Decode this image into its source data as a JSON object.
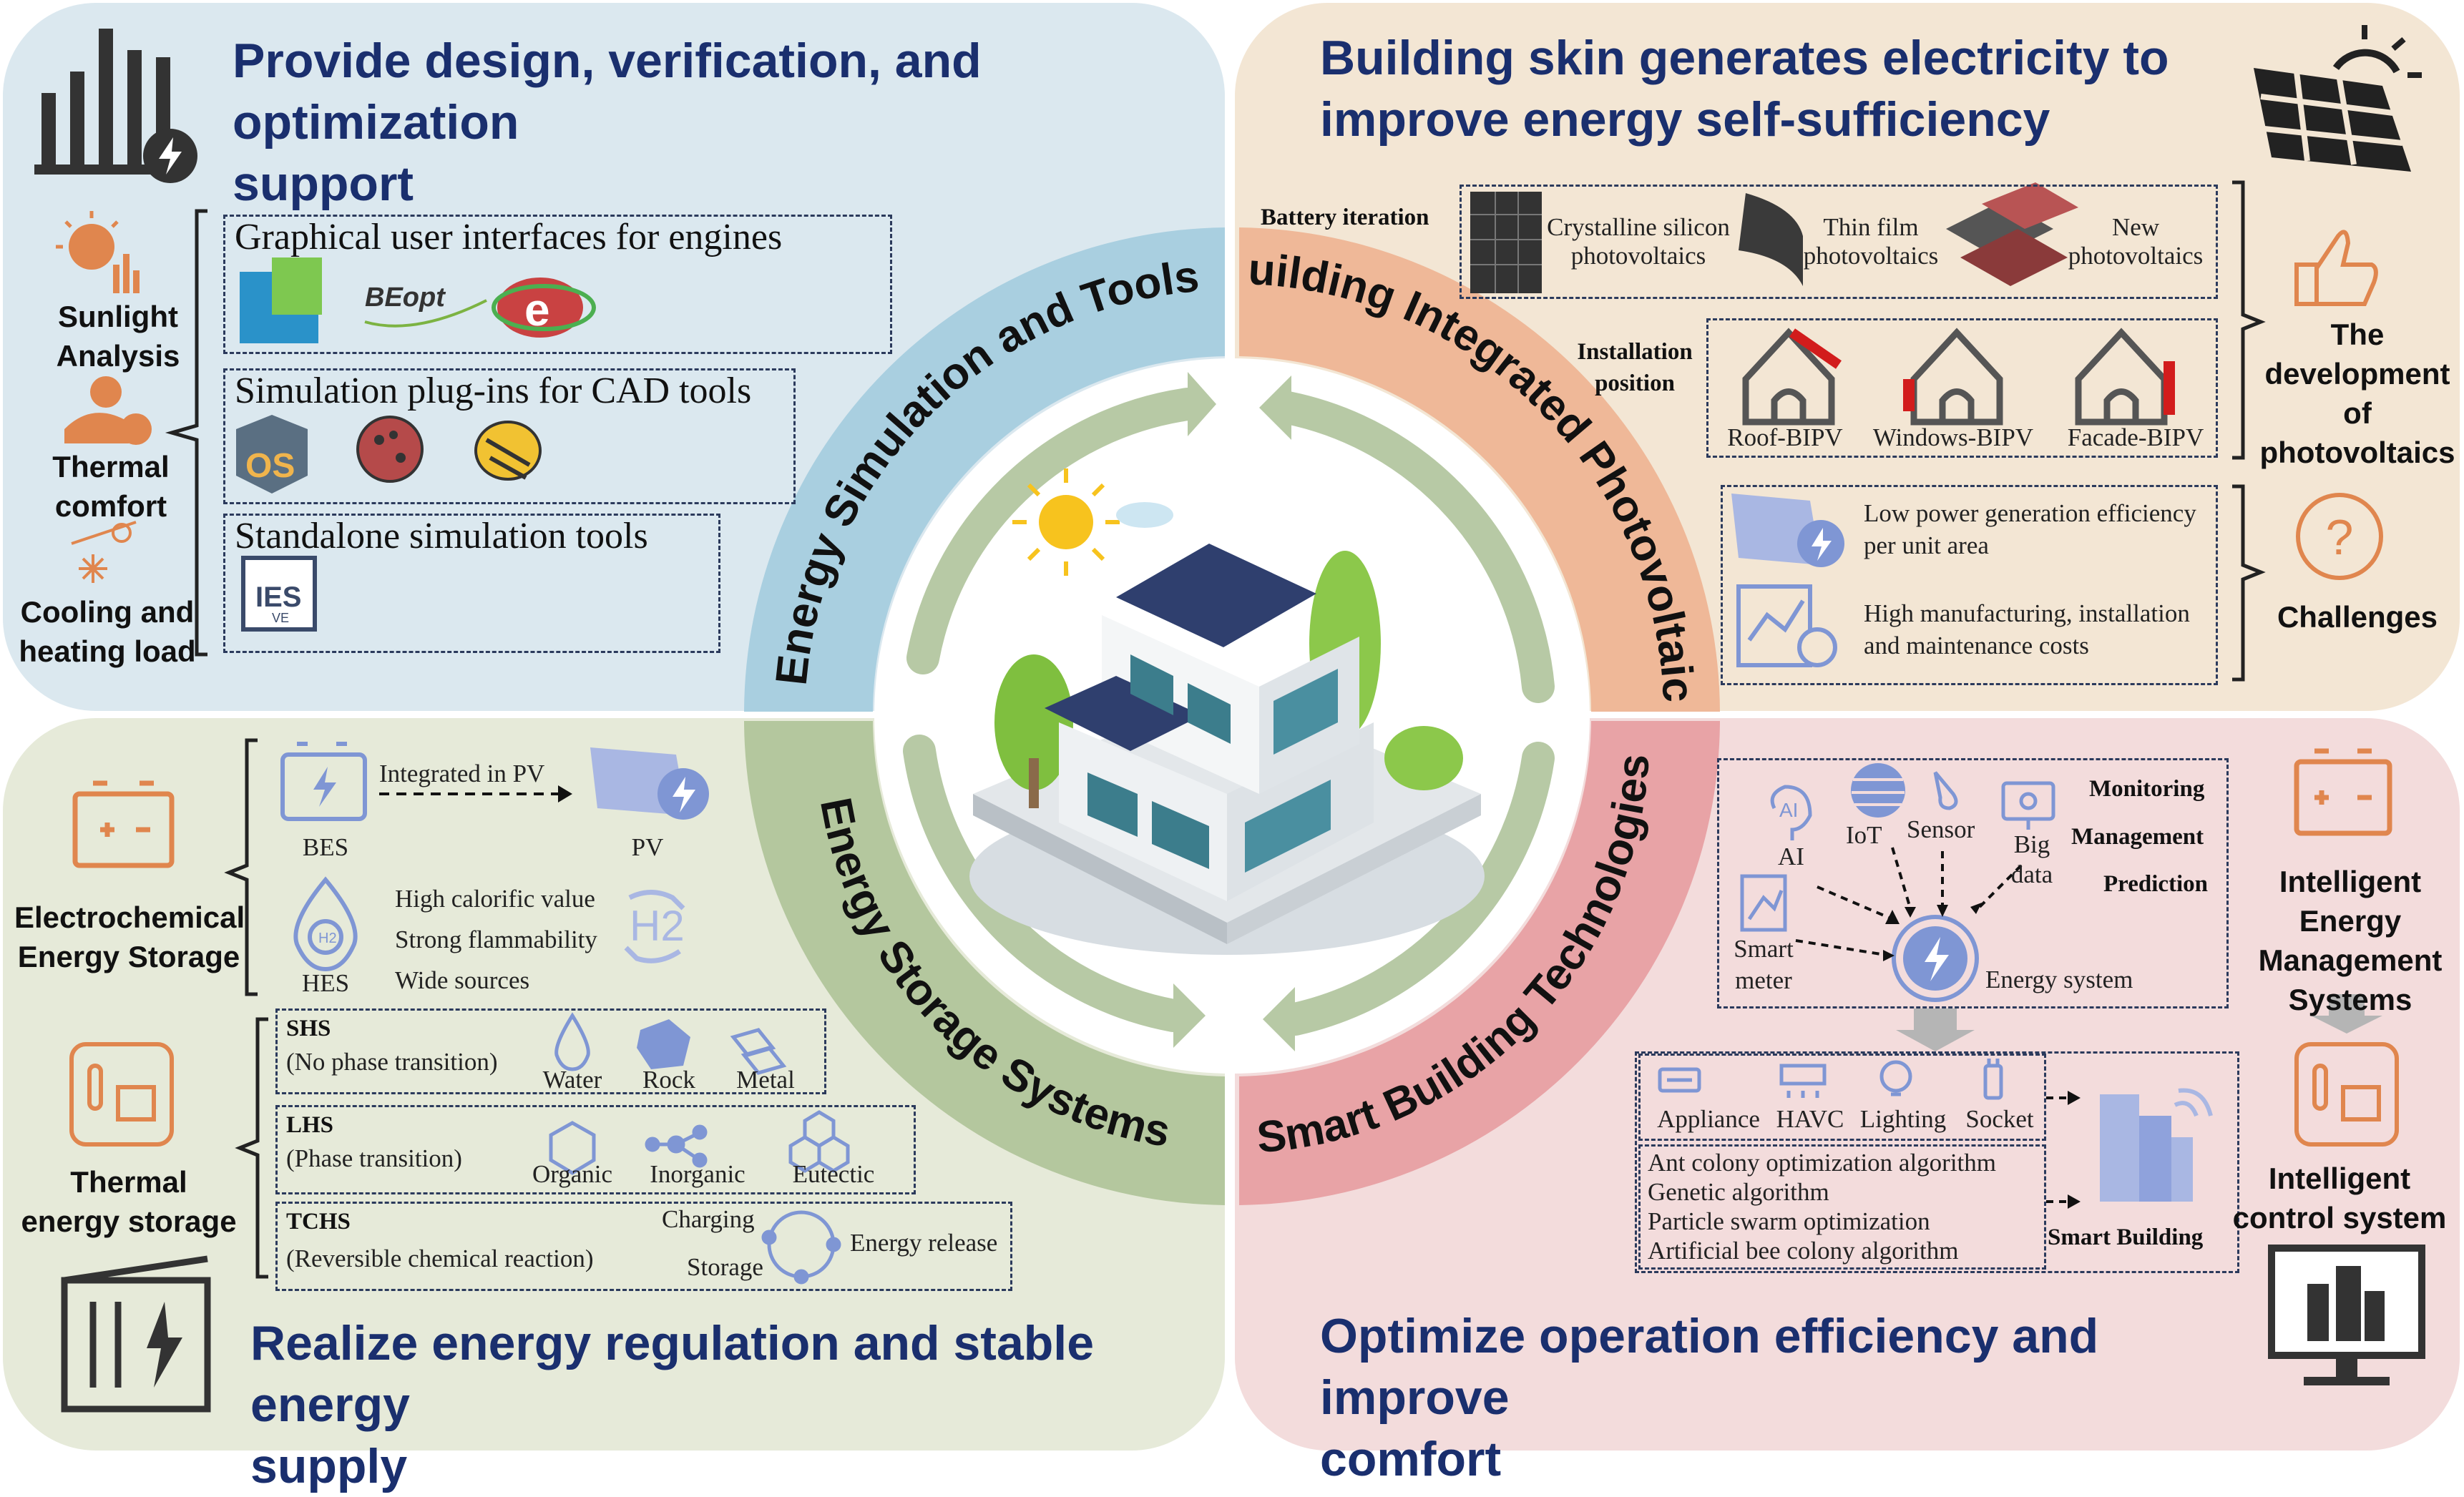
{
  "center": {
    "ring_labels": {
      "top_left": "Energy Simulation and Tools",
      "top_right": "Building Integrated Photovoltaics",
      "bottom_left": "Energy Storage Systems",
      "bottom_right": "Smart Building Technologies"
    }
  },
  "q1": {
    "title_line1": "Provide design, verification, and optimization",
    "title_line2": "support",
    "side_labels": {
      "sunlight_1": "Sunlight",
      "sunlight_2": "Analysis",
      "thermal_1": "Thermal",
      "thermal_2": "comfort",
      "cooling_1": "Cooling and",
      "cooling_2": "heating load"
    },
    "boxes": {
      "gui": "Graphical user interfaces for engines",
      "beopt_logo": "BEopt",
      "plugins": "Simulation plug-ins for CAD tools",
      "standalone": "Standalone simulation tools",
      "ies_logo": "IES",
      "ies_sub": "VE",
      "os_logo": "OS"
    }
  },
  "q2": {
    "title_line1": "Building skin generates electricity to",
    "title_line2": "improve energy self-sufficiency",
    "battery_iteration": "Battery iteration",
    "pv_types": {
      "crystalline_1": "Crystalline silicon",
      "crystalline_2": "photovoltaics",
      "thin_1": "Thin film",
      "thin_2": "photovoltaics",
      "new_1": "New",
      "new_2": "photovoltaics"
    },
    "install_1": "Installation",
    "install_2": "position",
    "positions": {
      "roof": "Roof-BIPV",
      "windows": "Windows-BIPV",
      "facade": "Facade-BIPV"
    },
    "challenges": {
      "c1_line1": "Low power generation efficiency",
      "c1_line2": "per unit area",
      "c2_line1": "High manufacturing, installation",
      "c2_line2": "and maintenance costs"
    },
    "right_labels": {
      "dev_1": "The",
      "dev_2": "development of",
      "dev_3": "photovoltaics",
      "challenges": "Challenges"
    }
  },
  "q3": {
    "title_line1": "Realize energy regulation and stable energy",
    "title_line2": "supply",
    "left_labels": {
      "electro_1": "Electrochemical",
      "electro_2": "Energy Storage",
      "thermal_1": "Thermal",
      "thermal_2": "energy storage"
    },
    "electro": {
      "bes": "BES",
      "integrated": "Integrated in PV",
      "pv": "PV",
      "hes": "HES",
      "h2": "H2",
      "h2_small": "H2",
      "props": [
        "High calorific value",
        "Strong flammability",
        "Wide sources"
      ]
    },
    "thermal": {
      "shs_title": "SHS",
      "shs_sub": "(No phase transition)",
      "shs_items": [
        "Water",
        "Rock",
        "Metal"
      ],
      "lhs_title": "LHS",
      "lhs_sub": "(Phase transition)",
      "lhs_items": [
        "Organic",
        "Inorganic",
        "Eutectic"
      ],
      "tchs_title": "TCHS",
      "tchs_sub": "(Reversible chemical reaction)",
      "charging": "Charging",
      "storage": "Storage",
      "release": "Energy release"
    }
  },
  "q4": {
    "title_line1": "Optimize operation efficiency and improve",
    "title_line2": "comfort",
    "tech": {
      "ai_icon": "AI",
      "ai": "AI",
      "iot": "IoT",
      "sensor": "Sensor",
      "big_data_1": "Big",
      "big_data_2": "data",
      "smart_meter_1": "Smart",
      "smart_meter_2": "meter",
      "energy_system": "Energy system",
      "monitoring": "Monitoring",
      "management": "Management",
      "prediction": "Prediction"
    },
    "devices": [
      "Appliance",
      "HAVC",
      "Lighting",
      "Socket"
    ],
    "algorithms": [
      "Ant colony optimization algorithm",
      "Genetic algorithm",
      "Particle swarm optimization",
      "Artificial bee colony algorithm"
    ],
    "smart_building": "Smart Building",
    "right_labels": {
      "iems_1": "Intelligent Energy",
      "iems_2": "Management",
      "iems_3": "Systems",
      "ics_1": "Intelligent",
      "ics_2": "control system"
    }
  },
  "colors": {
    "q1_bg": "#dbe8ef",
    "q2_bg": "#f3e6d4",
    "q3_bg": "#e6ead9",
    "q4_bg": "#f3dcdc",
    "ring_q1": "#a9cfe0",
    "ring_q2": "#efb898",
    "ring_q3": "#b4c79e",
    "ring_q4": "#e8a3a6",
    "title": "#1a2f6e",
    "icon_orange": "#e0864e",
    "icon_blue": "#7f96d4"
  }
}
